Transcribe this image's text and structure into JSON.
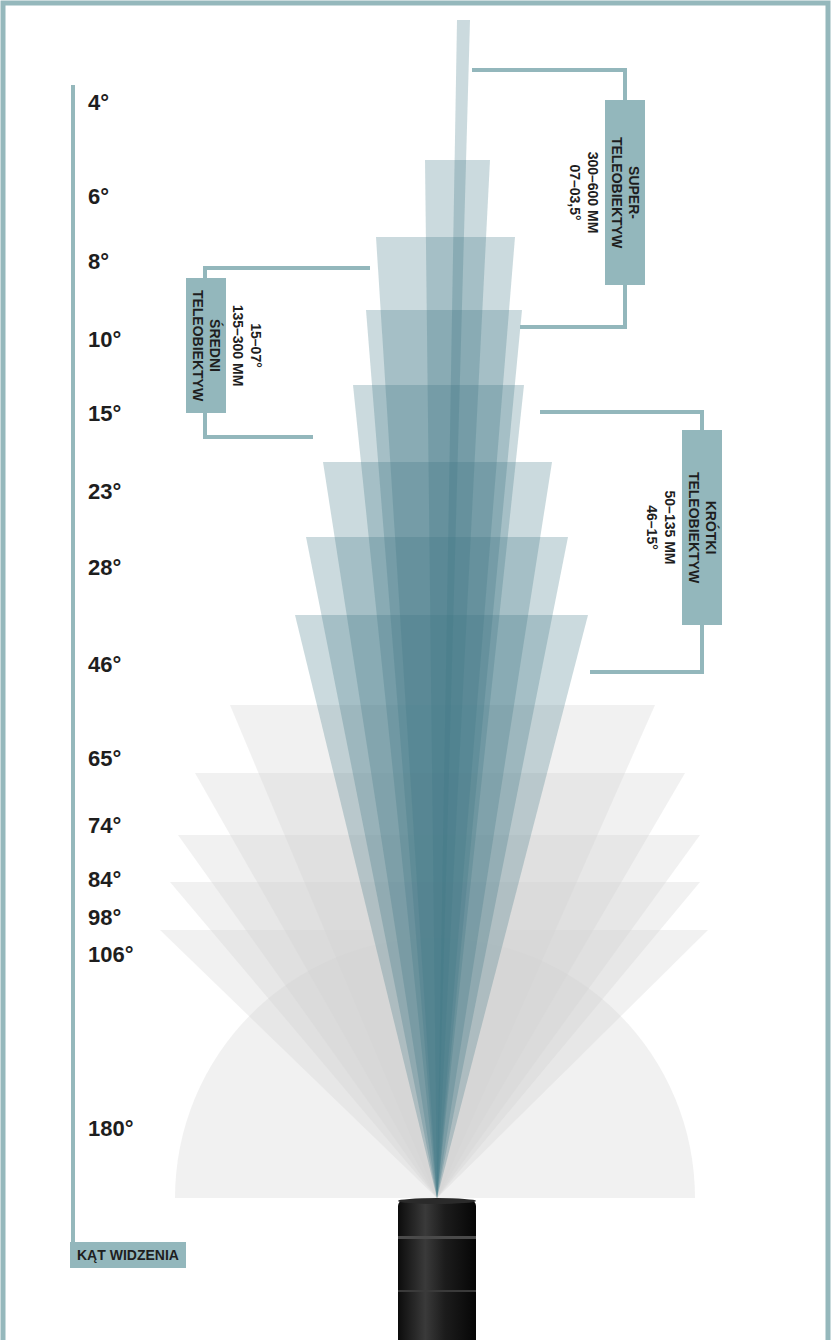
{
  "diagram": {
    "nodes": [
      {
        "text": [
          "SUPER- TELEOBIEKTYW",
          "300–600 MM",
          "07–03,5°"
        ]
      },
      {
        "text": [
          "ŚREDNI TELEOBIEKTYW",
          "135–300 MM",
          "15–07°"
        ]
      },
      {
        "text": [
          "KRÓTKI TELEOBIEKTYW",
          "50–135 MM",
          "46–15°"
        ]
      },
      {
        "text": [
          "KĄT WIDZENIA"
        ]
      }
    ],
    "labels": [
      "4°",
      "6°",
      "8°",
      "10°",
      "15°",
      "23°",
      "28°",
      "46°",
      "65°",
      "74°",
      "84°",
      "98°",
      "106°",
      "180°"
    ]
  }
}
